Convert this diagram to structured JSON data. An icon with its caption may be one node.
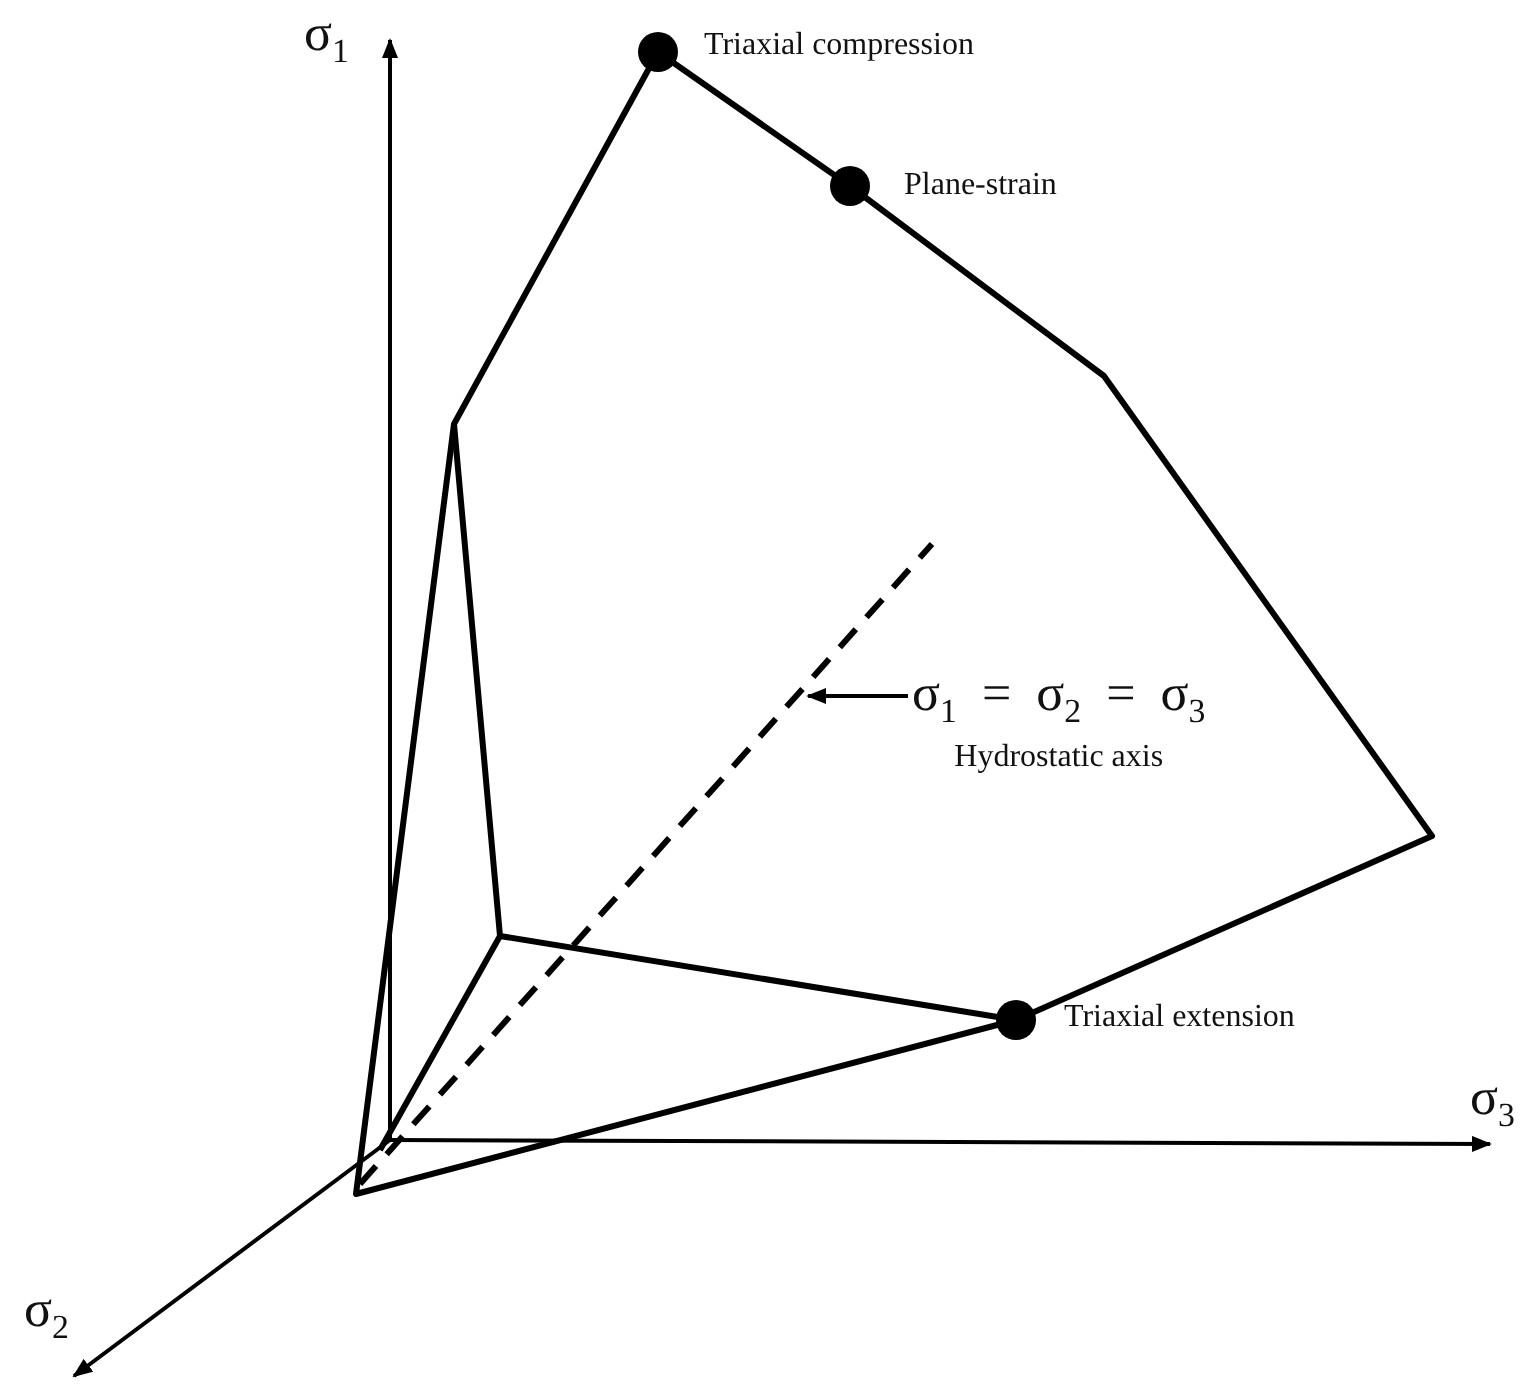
{
  "diagram": {
    "nodes": [
      {
        "text": [],
        "shape": "circle",
        "beside": [
          "Triaxial compression"
        ]
      },
      {
        "text": [],
        "shape": "circle",
        "beside": [
          "Plane-strain"
        ]
      },
      {
        "text": [],
        "shape": "circle",
        "beside": [
          "Triaxial extension"
        ]
      },
      {
        "text": [
          "σ$_{1}$ = σ$_{2}$ = σ$_{3}$",
          "Hydrostatic axis"
        ]
      },
      {
        "text": [],
        "shape": "line"
      }
    ],
    "edges": [
      {
        "from": 3,
        "to": 4,
        "arrow": "to"
      }
    ],
    "labels": [
      "σ$_{1}$",
      "σ$_{3}$",
      "σ$_{2}$"
    ]
  }
}
